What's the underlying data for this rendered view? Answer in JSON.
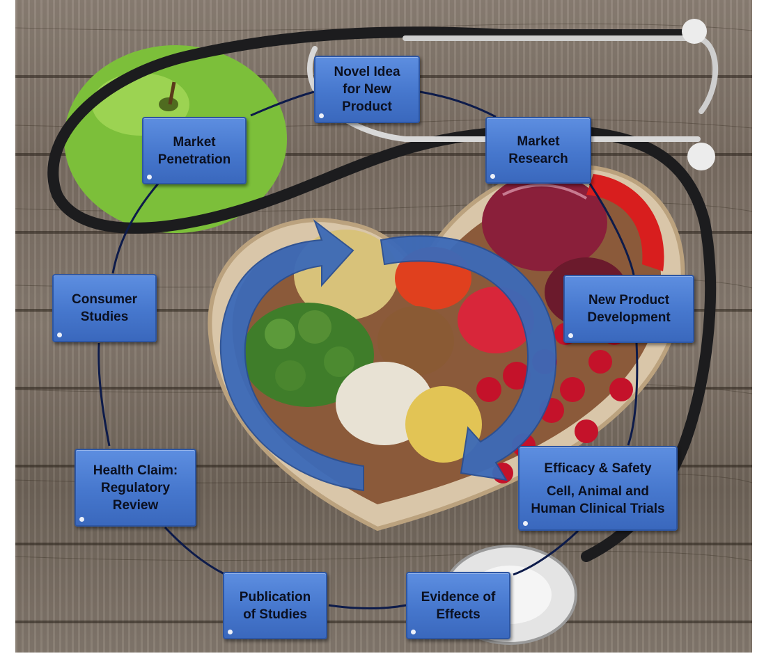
{
  "stages": {
    "novel_idea": "Novel Idea\nfor New\nProduct",
    "market_research": "Market\nResearch",
    "new_product_development": "New Product\nDevelopment",
    "efficacy_title": "Efficacy & Safety",
    "efficacy_detail": "Cell, Animal and\nHuman Clinical Trials",
    "evidence": "Evidence of\nEffects",
    "publication": "Publication\nof Studies",
    "health_claim": "Health Claim:\nRegulatory\nReview",
    "consumer_studies": "Consumer\nStudies",
    "market_penetration": "Market\nPenetration"
  },
  "colors": {
    "box_fill": "#4677cd",
    "connector_line": "#0d1b4a",
    "cycle_arrow": "#3c6ab8",
    "wood": "#7a6e63"
  },
  "icons": {
    "cycle": "circular-arrows-icon",
    "background": "healthy-food-heart-stethoscope-photo"
  }
}
